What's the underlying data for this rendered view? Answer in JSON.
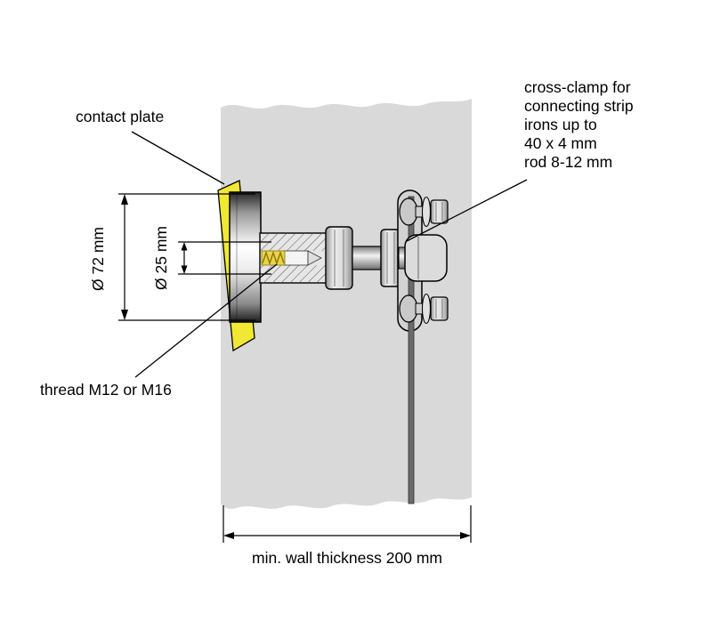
{
  "figure": {
    "labels": {
      "contact_plate": "contact plate",
      "cross_clamp": [
        "cross-clamp for",
        "connecting strip",
        "irons up to",
        "40 x 4 mm",
        "rod 8-12 mm"
      ],
      "diameter_outer": "Ø 72 mm",
      "diameter_inner": "Ø 25 mm",
      "thread": "thread M12 or M16",
      "wall_thickness": "min. wall thickness 200 mm"
    },
    "colors": {
      "wall": "#d9d9d9",
      "contact_plate_yellow": "#f0e832",
      "thread_gold": "#e8d44d",
      "outline": "#000000"
    }
  }
}
